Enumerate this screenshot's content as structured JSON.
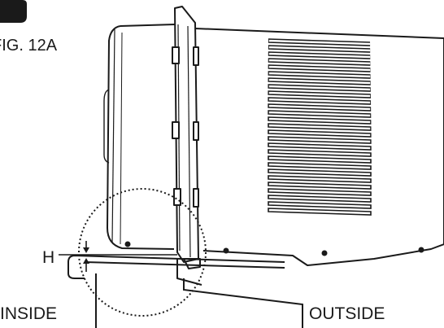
{
  "figure": {
    "label": "FIG. 12A",
    "height_marker": "H",
    "inside_label": "INSIDE",
    "outside_label": "OUTSIDE"
  },
  "colors": {
    "ink": "#1a1a1a",
    "background": "#ffffff"
  }
}
